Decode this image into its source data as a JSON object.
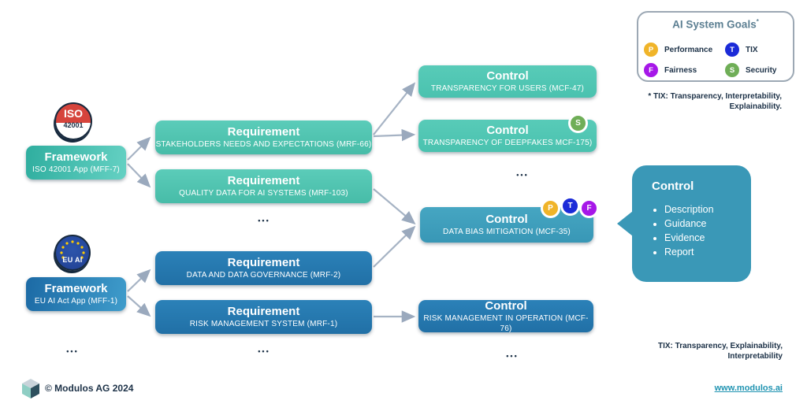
{
  "colors": {
    "teal_node": "#4FC3AF",
    "blue_node": "#2679AE",
    "teal_blue_node": "#3F9FBD",
    "bubble": "#3A98B7",
    "navy_text": "#1C3147",
    "legend_title": "#5C7F92",
    "legend_border": "#9CA8B4",
    "arrow": "#A6B3C4",
    "link": "#1F93B1",
    "goal_performance": "#F0B429",
    "goal_tix": "#1B2BD8",
    "goal_fairness": "#A617E8",
    "goal_security": "#6FAE57",
    "iso_red": "#D6443C",
    "eu_blue": "#24469A"
  },
  "frameworks": [
    {
      "badge_line1": "ISO",
      "badge_line2": "42001",
      "title": "Framework",
      "subtitle": "ISO 42001 App (MFF-7)"
    },
    {
      "badge_label": "EU AI",
      "title": "Framework",
      "subtitle": "EU AI Act App (MFF-1)"
    }
  ],
  "requirements": [
    {
      "title": "Requirement",
      "subtitle": "STAKEHOLDERS NEEDS AND EXPECTATIONS (MRF-66)"
    },
    {
      "title": "Requirement",
      "subtitle": "QUALITY DATA FOR AI SYSTEMS (MRF-103)"
    },
    {
      "title": "Requirement",
      "subtitle": "DATA AND DATA GOVERNANCE (MRF-2)"
    },
    {
      "title": "Requirement",
      "subtitle": "RISK MANAGEMENT SYSTEM (MRF-1)"
    }
  ],
  "controls": [
    {
      "title": "Control",
      "subtitle": "TRANSPARENCY FOR USERS (MCF-47)"
    },
    {
      "title": "Control",
      "subtitle": "TRANSPARENCY OF DEEPFAKES MCF-175)",
      "badge": "S"
    },
    {
      "title": "Control",
      "subtitle": "DATA BIAS MITIGATION (MCF-35)",
      "badges": [
        "P",
        "T",
        "F"
      ]
    },
    {
      "title": "Control",
      "subtitle": "RISK MANAGEMENT IN OPERATION (MCF-76)"
    }
  ],
  "legend": {
    "title": "AI System Goals",
    "title_mark": "*",
    "items": [
      {
        "letter": "P",
        "label": "Performance"
      },
      {
        "letter": "T",
        "label": "TIX"
      },
      {
        "letter": "F",
        "label": "Fairness"
      },
      {
        "letter": "S",
        "label": "Security"
      }
    ]
  },
  "footnote_top": {
    "line1": "*   TIX: Transparency, Interpretability,",
    "line2": "Explainability."
  },
  "bubble": {
    "title": "Control",
    "items": [
      "Description",
      "Guidance",
      "Evidence",
      "Report"
    ]
  },
  "footnote_bottom": {
    "line1": "TIX: Transparency, Explainability,",
    "line2": "Interpretability"
  },
  "footer": {
    "copyright": "© Modulos AG 2024",
    "link": "www.modulos.ai"
  },
  "ellipsis": "•••"
}
